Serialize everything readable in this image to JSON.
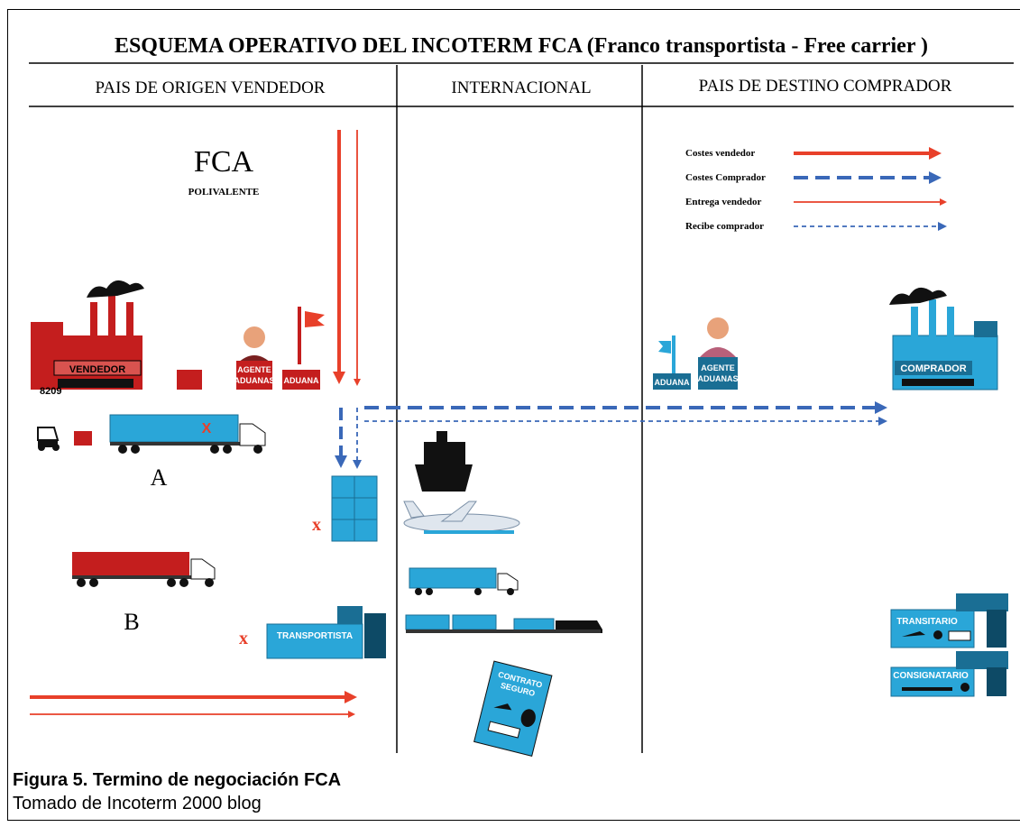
{
  "title": "ESQUEMA OPERATIVO DEL INCOTERM  FCA (Franco transportista - Free carrier )",
  "columns": {
    "origin": "PAIS DE ORIGEN VENDEDOR",
    "international": "INTERNACIONAL",
    "destination": "PAIS  DE DESTINO COMPRADOR"
  },
  "term": {
    "code": "FCA",
    "sub": "POLIVALENTE"
  },
  "legend": [
    {
      "label": "Costes vendedor",
      "color": "#e8402a",
      "style": "thick-solid"
    },
    {
      "label": "Costes Comprador",
      "color": "#3a68b8",
      "style": "thick-dashed"
    },
    {
      "label": "Entrega vendedor",
      "color": "#e8402a",
      "style": "thin-solid"
    },
    {
      "label": "Recibe comprador",
      "color": "#3a68b8",
      "style": "thin-dashed"
    }
  ],
  "labels": {
    "vendedor": "VENDEDOR",
    "vendedor_code": "8209",
    "agente_line1": "AGENTE",
    "agente_line2": "ADUANAS",
    "aduana": "ADUANA",
    "comprador": "COMPRADOR",
    "transportista": "TRANSPORTISTA",
    "transitario": "TRANSITARIO",
    "consignatario": "CONSIGNATARIO",
    "contrato_line1": "CONTRATO",
    "contrato_line2": "SEGURO",
    "option_a": "A",
    "option_b": "B",
    "x_mark": "x",
    "truck_x": "X"
  },
  "caption": {
    "title": "Figura 5.  Termino de negociación FCA",
    "source": "Tomado de Incoterm 2000 blog"
  },
  "colors": {
    "red": "#e8402a",
    "blue": "#3a68b8",
    "teal": "#2aa6d8",
    "darkred": "#c41e1e"
  }
}
